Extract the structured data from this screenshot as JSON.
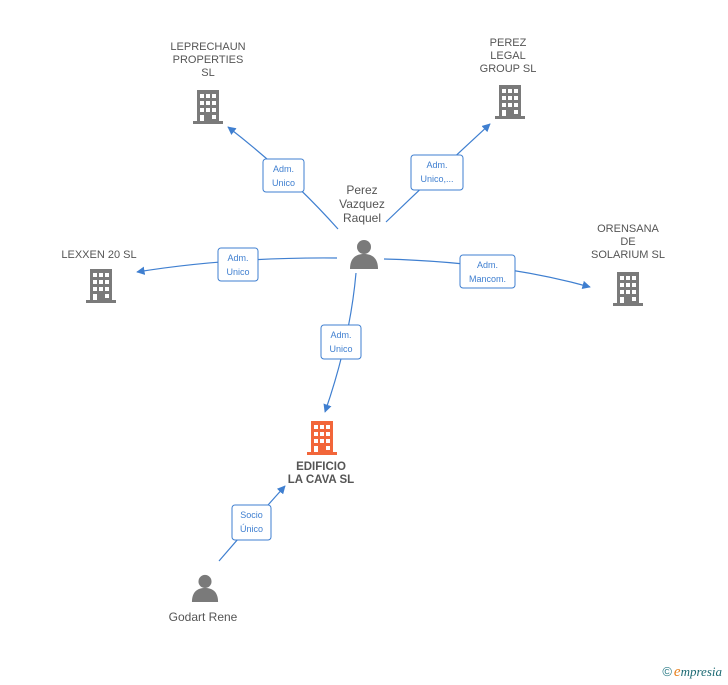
{
  "nodes": [
    {
      "id": "leprechaun",
      "type": "company",
      "lines": [
        "LEPRECHAUN",
        "PROPERTIES",
        "SL"
      ],
      "color": "#7a7a7a"
    },
    {
      "id": "perez-legal",
      "type": "company",
      "lines": [
        "PEREZ",
        "LEGAL",
        "GROUP SL"
      ],
      "color": "#7a7a7a"
    },
    {
      "id": "lexxen",
      "type": "company",
      "lines": [
        "LEXXEN 20  SL"
      ],
      "color": "#7a7a7a"
    },
    {
      "id": "orensana",
      "type": "company",
      "lines": [
        "ORENSANA",
        "DE",
        "SOLARIUM  SL"
      ],
      "color": "#7a7a7a"
    },
    {
      "id": "edificio",
      "type": "company",
      "lines": [
        "EDIFICIO",
        "LA CAVA  SL"
      ],
      "color": "#f2663a",
      "main": true
    },
    {
      "id": "perez-person",
      "type": "person",
      "lines": [
        "Perez",
        "Vazquez",
        "Raquel"
      ],
      "color": "#7a7a7a"
    },
    {
      "id": "godart",
      "type": "person",
      "lines": [
        "Godart Rene"
      ],
      "color": "#7a7a7a"
    }
  ],
  "edges": [
    {
      "id": "to-leprechaun",
      "from": "perez-person",
      "to": "leprechaun",
      "lines": [
        "Adm.",
        "Unico"
      ]
    },
    {
      "id": "to-perez-legal",
      "from": "perez-person",
      "to": "perez-legal",
      "lines": [
        "Adm.",
        "Unico,..."
      ]
    },
    {
      "id": "to-lexxen",
      "from": "perez-person",
      "to": "lexxen",
      "lines": [
        "Adm.",
        "Unico"
      ]
    },
    {
      "id": "to-orensana",
      "from": "perez-person",
      "to": "orensana",
      "lines": [
        "Adm.",
        "Mancom."
      ]
    },
    {
      "id": "to-edificio",
      "from": "perez-person",
      "to": "edificio",
      "lines": [
        "Adm.",
        "Unico"
      ]
    },
    {
      "id": "godart-to-edificio",
      "from": "godart",
      "to": "edificio",
      "lines": [
        "Socio",
        "Único"
      ]
    }
  ],
  "colors": {
    "edge": "#3f7fd0",
    "company": "#7a7a7a",
    "main_company": "#f2663a",
    "person": "#7a7a7a"
  },
  "watermark": {
    "copyright": "©",
    "brand_initial": "e",
    "brand_rest": "mpresia"
  }
}
